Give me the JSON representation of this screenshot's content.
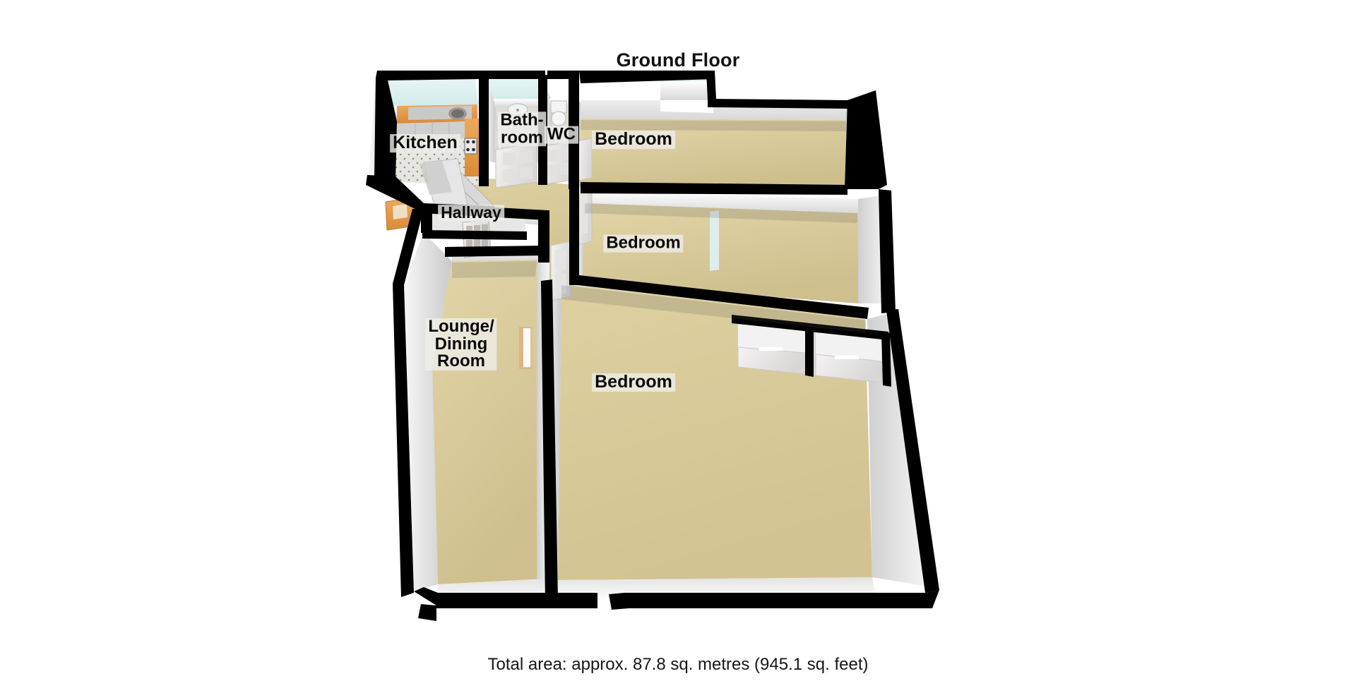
{
  "header": {
    "title": "Ground Floor"
  },
  "footer": {
    "total_area": "Total area: approx. 87.8 sq. metres (945.1 sq. feet)"
  },
  "floorplan": {
    "name": "ground-floor-3d-isometric-plan",
    "view": "3D isometric cutaway",
    "rooms": [
      {
        "id": "kitchen",
        "label": "Kitchen",
        "floor_color": "#e4e3de",
        "floor_type": "tiled"
      },
      {
        "id": "bathroom",
        "label": "Bath-\nroom",
        "floor_color": "#d8d4c8",
        "floor_type": "tiled"
      },
      {
        "id": "wc",
        "label": "WC",
        "floor_color": "#d8d4c8",
        "floor_type": "tiled"
      },
      {
        "id": "bedroom-1",
        "label": "Bedroom",
        "floor_color": "#d7c899",
        "floor_type": "carpet"
      },
      {
        "id": "hallway",
        "label": "Hallway",
        "floor_color": "#dfe7dc",
        "floor_type": "carpet"
      },
      {
        "id": "bedroom-2",
        "label": "Bedroom",
        "floor_color": "#d7c899",
        "floor_type": "carpet"
      },
      {
        "id": "lounge",
        "label": "Lounge/\nDining\nRoom",
        "floor_color": "#e2d6a7",
        "floor_type": "carpet"
      },
      {
        "id": "bedroom-3",
        "label": "Bedroom",
        "floor_color": "#d9c99c",
        "floor_type": "carpet"
      }
    ],
    "colors": {
      "wall_outline": "#000000",
      "wall_face_light": "#ffffff",
      "wall_face_shade": "#dcdcdc",
      "wall_face_dark": "#bdbdbd",
      "carpet": "#d7c899",
      "carpet_light": "#e4d8ab",
      "tile_floor": "#e2e1dc",
      "hall_floor": "#dde8dc",
      "counter_wood": "#e59a4a",
      "counter_top": "#cfcfcf",
      "sky_ceiling": "#dff0ef",
      "door_panel": "#eceaea"
    },
    "fixtures": [
      {
        "id": "kitchen-counter",
        "label": "kitchen counter run"
      },
      {
        "id": "kitchen-sink",
        "label": "sink"
      },
      {
        "id": "kitchen-hob",
        "label": "hob"
      },
      {
        "id": "bathroom-basin",
        "label": "wash basin"
      },
      {
        "id": "bathroom-bath",
        "label": "bath"
      },
      {
        "id": "wc-toilet",
        "label": "toilet"
      },
      {
        "id": "front-door",
        "label": "front door"
      },
      {
        "id": "wardrobe-left",
        "label": "built-in wardrobe"
      },
      {
        "id": "wardrobe-right",
        "label": "built-in wardrobe"
      },
      {
        "id": "lounge-radiator",
        "label": "radiator"
      },
      {
        "id": "stairs",
        "label": "stair / landing"
      }
    ],
    "doors_count": 7
  }
}
